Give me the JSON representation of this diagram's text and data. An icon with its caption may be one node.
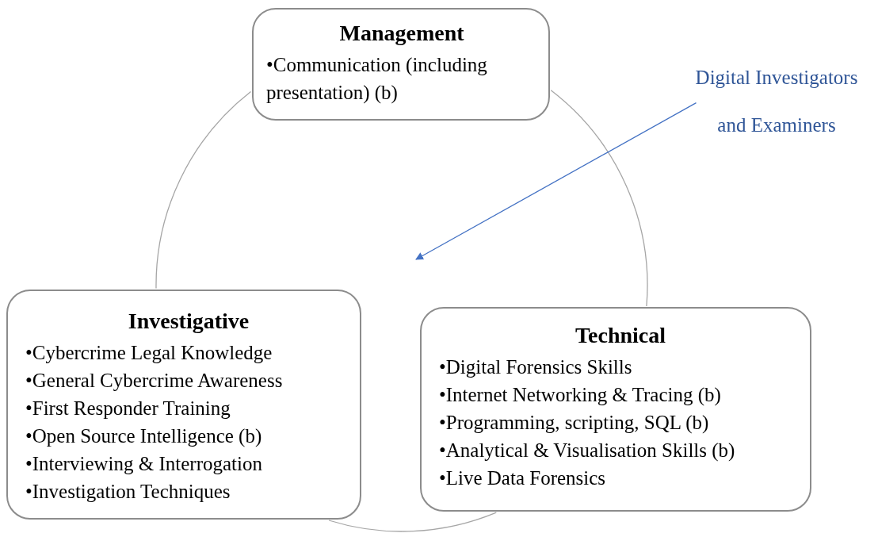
{
  "diagram": {
    "nodes": [
      {
        "text": [
          "Management",
          "•Communication (including presentation) (b)"
        ]
      },
      {
        "text": [
          "Investigative",
          "•Cybercrime Legal Knowledge",
          "•General Cybercrime Awareness",
          "•First Responder Training",
          "•Open Source Intelligence (b)",
          "•Interviewing & Interrogation",
          "•Investigation Techniques"
        ]
      },
      {
        "text": [
          "Technical",
          "•Digital Forensics Skills",
          "•Internet Networking & Tracing (b)",
          "•Programming, scripting, SQL (b)",
          "•Analytical & Visualisation Skills (b)",
          "•Live Data Forensics"
        ]
      },
      {
        "text": [
          "Digital Investigators and Examiners"
        ]
      }
    ],
    "edges": [
      {
        "from": 0,
        "to": 1,
        "arrow": "none"
      },
      {
        "from": 0,
        "to": 2,
        "arrow": "none"
      },
      {
        "from": 1,
        "to": 2,
        "arrow": "none"
      },
      {
        "from": 3,
        "to": null,
        "arrow": "to",
        "color": "#4472c4"
      }
    ]
  }
}
